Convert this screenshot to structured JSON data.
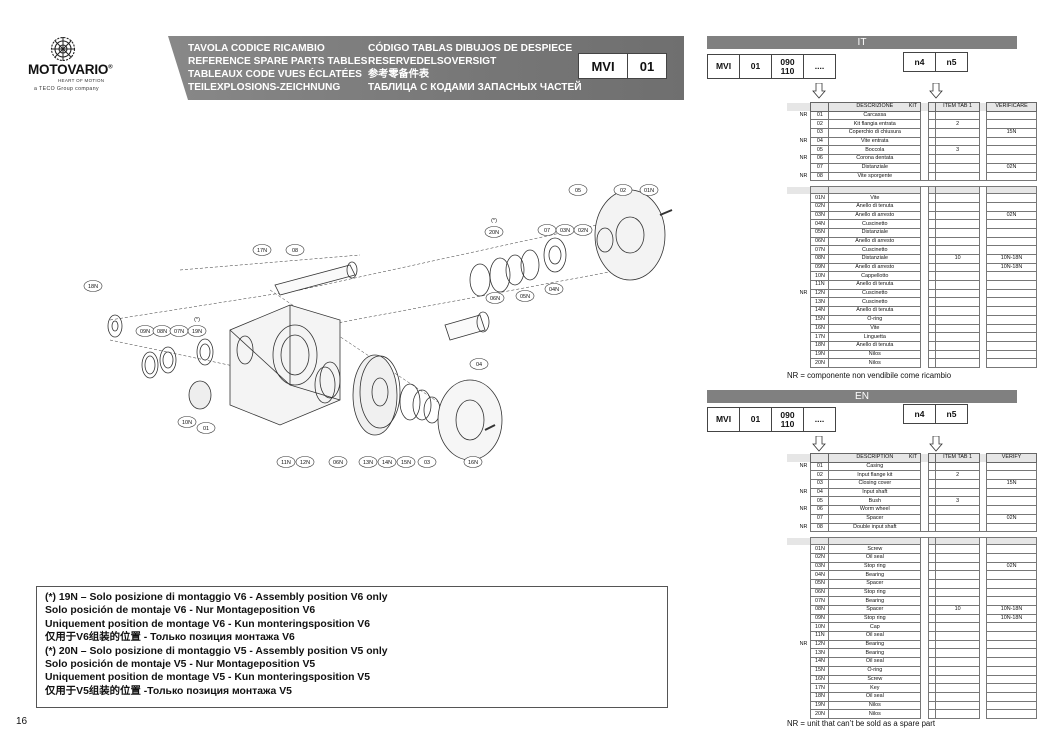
{
  "logo": {
    "brand": "MOTOVARIO",
    "registered": "®",
    "tagline": "HEART OF MOTION",
    "group": "a TECO Group company"
  },
  "header": {
    "col1": [
      "TAVOLA CODICE RICAMBIO",
      "REFERENCE SPARE PARTS TABLES",
      "TABLEAUX CODE VUES ÉCLATÉES",
      "TEILEXPLOSIONS-ZEICHNUNG"
    ],
    "col2": [
      "CÓDIGO TABLAS DIBUJOS DE DESPIECE",
      "RESERVEDELSOVERSIGT",
      "参考零备件表",
      "ТАБЛИЦА С КОДАМИ ЗАПАСНЫХ ЧАСТЕЙ"
    ],
    "model": "MVI",
    "number": "01"
  },
  "diagram_labels": [
    "05",
    "02",
    "01N",
    "(*)",
    "20N",
    "07",
    "03N",
    "02N",
    "17N",
    "08",
    "18N",
    "(*)",
    "09N",
    "08N",
    "07N",
    "19N",
    "06N",
    "05N",
    "04N",
    "04",
    "10N",
    "01",
    "11N",
    "12N",
    "06N",
    "13N",
    "14N",
    "15N",
    "03",
    "16N"
  ],
  "notes": [
    "(*) 19N – Solo posizione di montaggio V6 - Assembly position V6 only",
    "Solo posición de montaje V6 - Nur Montageposition V6",
    "Uniquement position de montage V6 - Kun monteringsposition V6",
    "仅用于V6组装的位置 -  Только позиция монтажа V6",
    "(*) 20N – Solo posizione di montaggio V5 - Assembly position V5 only",
    "Solo posición de montaje V5 - Nur Montageposition V5",
    "Uniquement position de montage V5 - Kun monteringsposition V5",
    "仅用于V5组装的位置 -Только позиция монтажа V5"
  ],
  "page_number": "16",
  "code_row": {
    "model": "MVI",
    "n01": "01",
    "sizes": "090\n110",
    "dots": "....",
    "n4": "n4",
    "n5": "n5"
  },
  "it": {
    "lang": "IT",
    "headers": {
      "desc": "DESCRIZIONE",
      "kit": "KIT",
      "item": "ITEM TAB 1",
      "verify": "VERIFICARE"
    },
    "rows_a": [
      {
        "nr": "NR",
        "code": "01",
        "desc": "Carcassa",
        "item": "",
        "verify": ""
      },
      {
        "nr": "",
        "code": "02",
        "desc": "Kit flangia entrata",
        "item": "2",
        "verify": ""
      },
      {
        "nr": "",
        "code": "03",
        "desc": "Coperchio di chiusura",
        "item": "",
        "verify": "15N"
      },
      {
        "nr": "NR",
        "code": "04",
        "desc": "Vite entrata",
        "item": "",
        "verify": ""
      },
      {
        "nr": "",
        "code": "05",
        "desc": "Boccola",
        "item": "3",
        "verify": ""
      },
      {
        "nr": "NR",
        "code": "06",
        "desc": "Corona dentata",
        "item": "",
        "verify": ""
      },
      {
        "nr": "",
        "code": "07",
        "desc": "Distanziale",
        "item": "",
        "verify": "02N"
      },
      {
        "nr": "NR",
        "code": "08",
        "desc": "Vite sporgente",
        "item": "",
        "verify": ""
      }
    ],
    "rows_b": [
      {
        "nr": "",
        "code": "01N",
        "desc": "Vite",
        "item": "",
        "verify": ""
      },
      {
        "nr": "",
        "code": "02N",
        "desc": "Anello di tenuta",
        "item": "",
        "verify": ""
      },
      {
        "nr": "",
        "code": "03N",
        "desc": "Anello di arresto",
        "item": "",
        "verify": "02N"
      },
      {
        "nr": "",
        "code": "04N",
        "desc": "Cuscinetto",
        "item": "",
        "verify": ""
      },
      {
        "nr": "",
        "code": "05N",
        "desc": "Distanziale",
        "item": "",
        "verify": ""
      },
      {
        "nr": "",
        "code": "06N",
        "desc": "Anello di arresto",
        "item": "",
        "verify": ""
      },
      {
        "nr": "",
        "code": "07N",
        "desc": "Cuscinetto",
        "item": "",
        "verify": ""
      },
      {
        "nr": "",
        "code": "08N",
        "desc": "Distanziale",
        "item": "10",
        "verify": "10N-18N"
      },
      {
        "nr": "",
        "code": "09N",
        "desc": "Anello di arresto",
        "item": "",
        "verify": "10N-18N"
      },
      {
        "nr": "",
        "code": "10N",
        "desc": "Cappellotto",
        "item": "",
        "verify": ""
      },
      {
        "nr": "",
        "code": "11N",
        "desc": "Anello di tenuta",
        "item": "",
        "verify": ""
      },
      {
        "nr": "NR",
        "code": "12N",
        "desc": "Cuscinetto",
        "item": "",
        "verify": ""
      },
      {
        "nr": "",
        "code": "13N",
        "desc": "Cuscinetto",
        "item": "",
        "verify": ""
      },
      {
        "nr": "",
        "code": "14N",
        "desc": "Anello di tenuta",
        "item": "",
        "verify": ""
      },
      {
        "nr": "",
        "code": "15N",
        "desc": "O-ring",
        "item": "",
        "verify": ""
      },
      {
        "nr": "",
        "code": "16N",
        "desc": "Vite",
        "item": "",
        "verify": ""
      },
      {
        "nr": "",
        "code": "17N",
        "desc": "Linguetta",
        "item": "",
        "verify": ""
      },
      {
        "nr": "",
        "code": "18N",
        "desc": "Anello di tenuta",
        "item": "",
        "verify": ""
      },
      {
        "nr": "",
        "code": "19N",
        "desc": "Nilos",
        "item": "",
        "verify": ""
      },
      {
        "nr": "",
        "code": "20N",
        "desc": "Nilos",
        "item": "",
        "verify": ""
      }
    ],
    "note": "NR = componente non vendibile come ricambio"
  },
  "en": {
    "lang": "EN",
    "headers": {
      "desc": "DESCRIPTION",
      "kit": "KIT",
      "item": "ITEM TAB 1",
      "verify": "VERIFY"
    },
    "rows_a": [
      {
        "nr": "NR",
        "code": "01",
        "desc": "Casing",
        "item": "",
        "verify": ""
      },
      {
        "nr": "",
        "code": "02",
        "desc": "Input flange kit",
        "item": "2",
        "verify": ""
      },
      {
        "nr": "",
        "code": "03",
        "desc": "Closing cover",
        "item": "",
        "verify": "15N"
      },
      {
        "nr": "NR",
        "code": "04",
        "desc": "Input shaft",
        "item": "",
        "verify": ""
      },
      {
        "nr": "",
        "code": "05",
        "desc": "Bush",
        "item": "3",
        "verify": ""
      },
      {
        "nr": "NR",
        "code": "06",
        "desc": "Worm wheel",
        "item": "",
        "verify": ""
      },
      {
        "nr": "",
        "code": "07",
        "desc": "Spacer",
        "item": "",
        "verify": "02N"
      },
      {
        "nr": "NR",
        "code": "08",
        "desc": "Double input shaft",
        "item": "",
        "verify": ""
      }
    ],
    "rows_b": [
      {
        "nr": "",
        "code": "01N",
        "desc": "Screw",
        "item": "",
        "verify": ""
      },
      {
        "nr": "",
        "code": "02N",
        "desc": "Oil seal",
        "item": "",
        "verify": ""
      },
      {
        "nr": "",
        "code": "03N",
        "desc": "Stop ring",
        "item": "",
        "verify": "02N"
      },
      {
        "nr": "",
        "code": "04N",
        "desc": "Bearing",
        "item": "",
        "verify": ""
      },
      {
        "nr": "",
        "code": "05N",
        "desc": "Spacer",
        "item": "",
        "verify": ""
      },
      {
        "nr": "",
        "code": "06N",
        "desc": "Stop ring",
        "item": "",
        "verify": ""
      },
      {
        "nr": "",
        "code": "07N",
        "desc": "Bearing",
        "item": "",
        "verify": ""
      },
      {
        "nr": "",
        "code": "08N",
        "desc": "Spacer",
        "item": "10",
        "verify": "10N-18N"
      },
      {
        "nr": "",
        "code": "09N",
        "desc": "Stop ring",
        "item": "",
        "verify": "10N-18N"
      },
      {
        "nr": "",
        "code": "10N",
        "desc": "Cap",
        "item": "",
        "verify": ""
      },
      {
        "nr": "",
        "code": "11N",
        "desc": "Oil seal",
        "item": "",
        "verify": ""
      },
      {
        "nr": "NR",
        "code": "12N",
        "desc": "Bearing",
        "item": "",
        "verify": ""
      },
      {
        "nr": "",
        "code": "13N",
        "desc": "Bearing",
        "item": "",
        "verify": ""
      },
      {
        "nr": "",
        "code": "14N",
        "desc": "Oil seal",
        "item": "",
        "verify": ""
      },
      {
        "nr": "",
        "code": "15N",
        "desc": "O-ring",
        "item": "",
        "verify": ""
      },
      {
        "nr": "",
        "code": "16N",
        "desc": "Screw",
        "item": "",
        "verify": ""
      },
      {
        "nr": "",
        "code": "17N",
        "desc": "Key",
        "item": "",
        "verify": ""
      },
      {
        "nr": "",
        "code": "18N",
        "desc": "Oil seal",
        "item": "",
        "verify": ""
      },
      {
        "nr": "",
        "code": "19N",
        "desc": "Nilos",
        "item": "",
        "verify": ""
      },
      {
        "nr": "",
        "code": "20N",
        "desc": "Nilos",
        "item": "",
        "verify": ""
      }
    ],
    "note": "NR = unit that can’t be sold as a spare part"
  }
}
